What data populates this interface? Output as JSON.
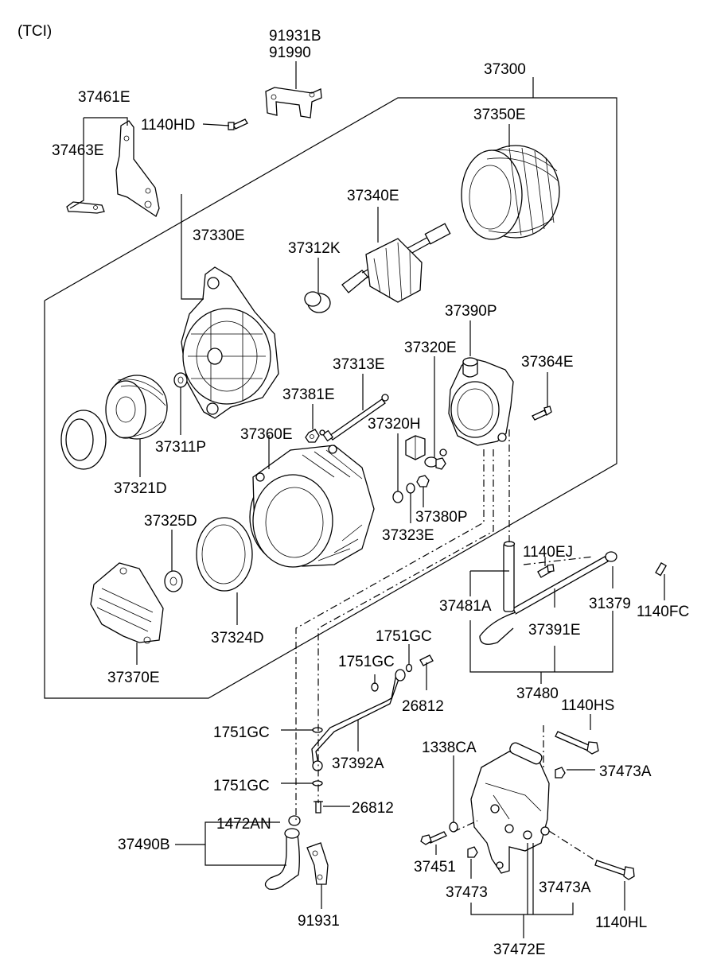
{
  "header": {
    "variant": "(TCI)"
  },
  "labels": {
    "p91931B": "91931B",
    "p91990": "91990",
    "p37300": "37300",
    "p37461E": "37461E",
    "p1140HD": "1140HD",
    "p37463E": "37463E",
    "p37350E": "37350E",
    "p37340E": "37340E",
    "p37330E": "37330E",
    "p37312K": "37312K",
    "p37390P": "37390P",
    "p37320E": "37320E",
    "p37364E": "37364E",
    "p37313E": "37313E",
    "p37381E": "37381E",
    "p37320H": "37320H",
    "p37360E": "37360E",
    "p37311P": "37311P",
    "p37321D": "37321D",
    "p37380P": "37380P",
    "p37323E": "37323E",
    "p37325D": "37325D",
    "p1140EJ": "1140EJ",
    "p37481A": "37481A",
    "p31379": "31379",
    "p1140FC": "1140FC",
    "p37391E": "37391E",
    "p37324D": "37324D",
    "p1751GC_a": "1751GC",
    "p1751GC_b": "1751GC",
    "p37370E": "37370E",
    "p26812_a": "26812",
    "p37480": "37480",
    "p1140HS": "1140HS",
    "p1751GC_c": "1751GC",
    "p37392A": "37392A",
    "p1338CA": "1338CA",
    "p37473A_a": "37473A",
    "p1751GC_d": "1751GC",
    "p26812_b": "26812",
    "p1472AN": "1472AN",
    "p37490B": "37490B",
    "p37451": "37451",
    "p37473": "37473",
    "p37473A_b": "37473A",
    "p91931": "91931",
    "p1140HL": "1140HL",
    "p37472E": "37472E"
  }
}
